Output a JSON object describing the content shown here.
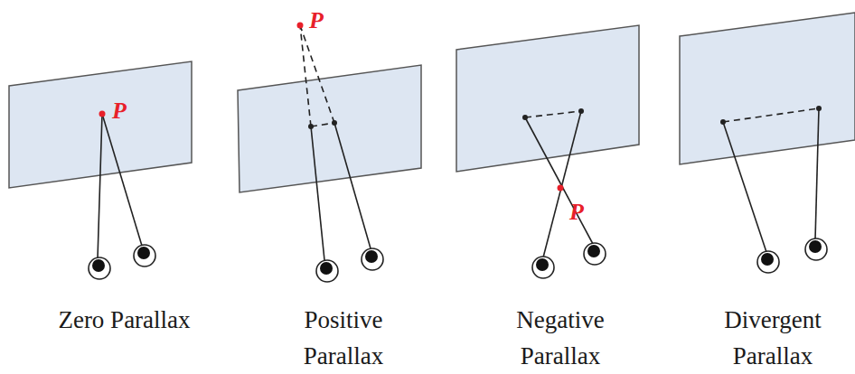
{
  "diagram": {
    "labels": [
      "P",
      "P",
      "P",
      "Zero Parallax",
      "Positive Parallax",
      "Negative Parallax",
      "Divergent Parallax"
    ]
  }
}
